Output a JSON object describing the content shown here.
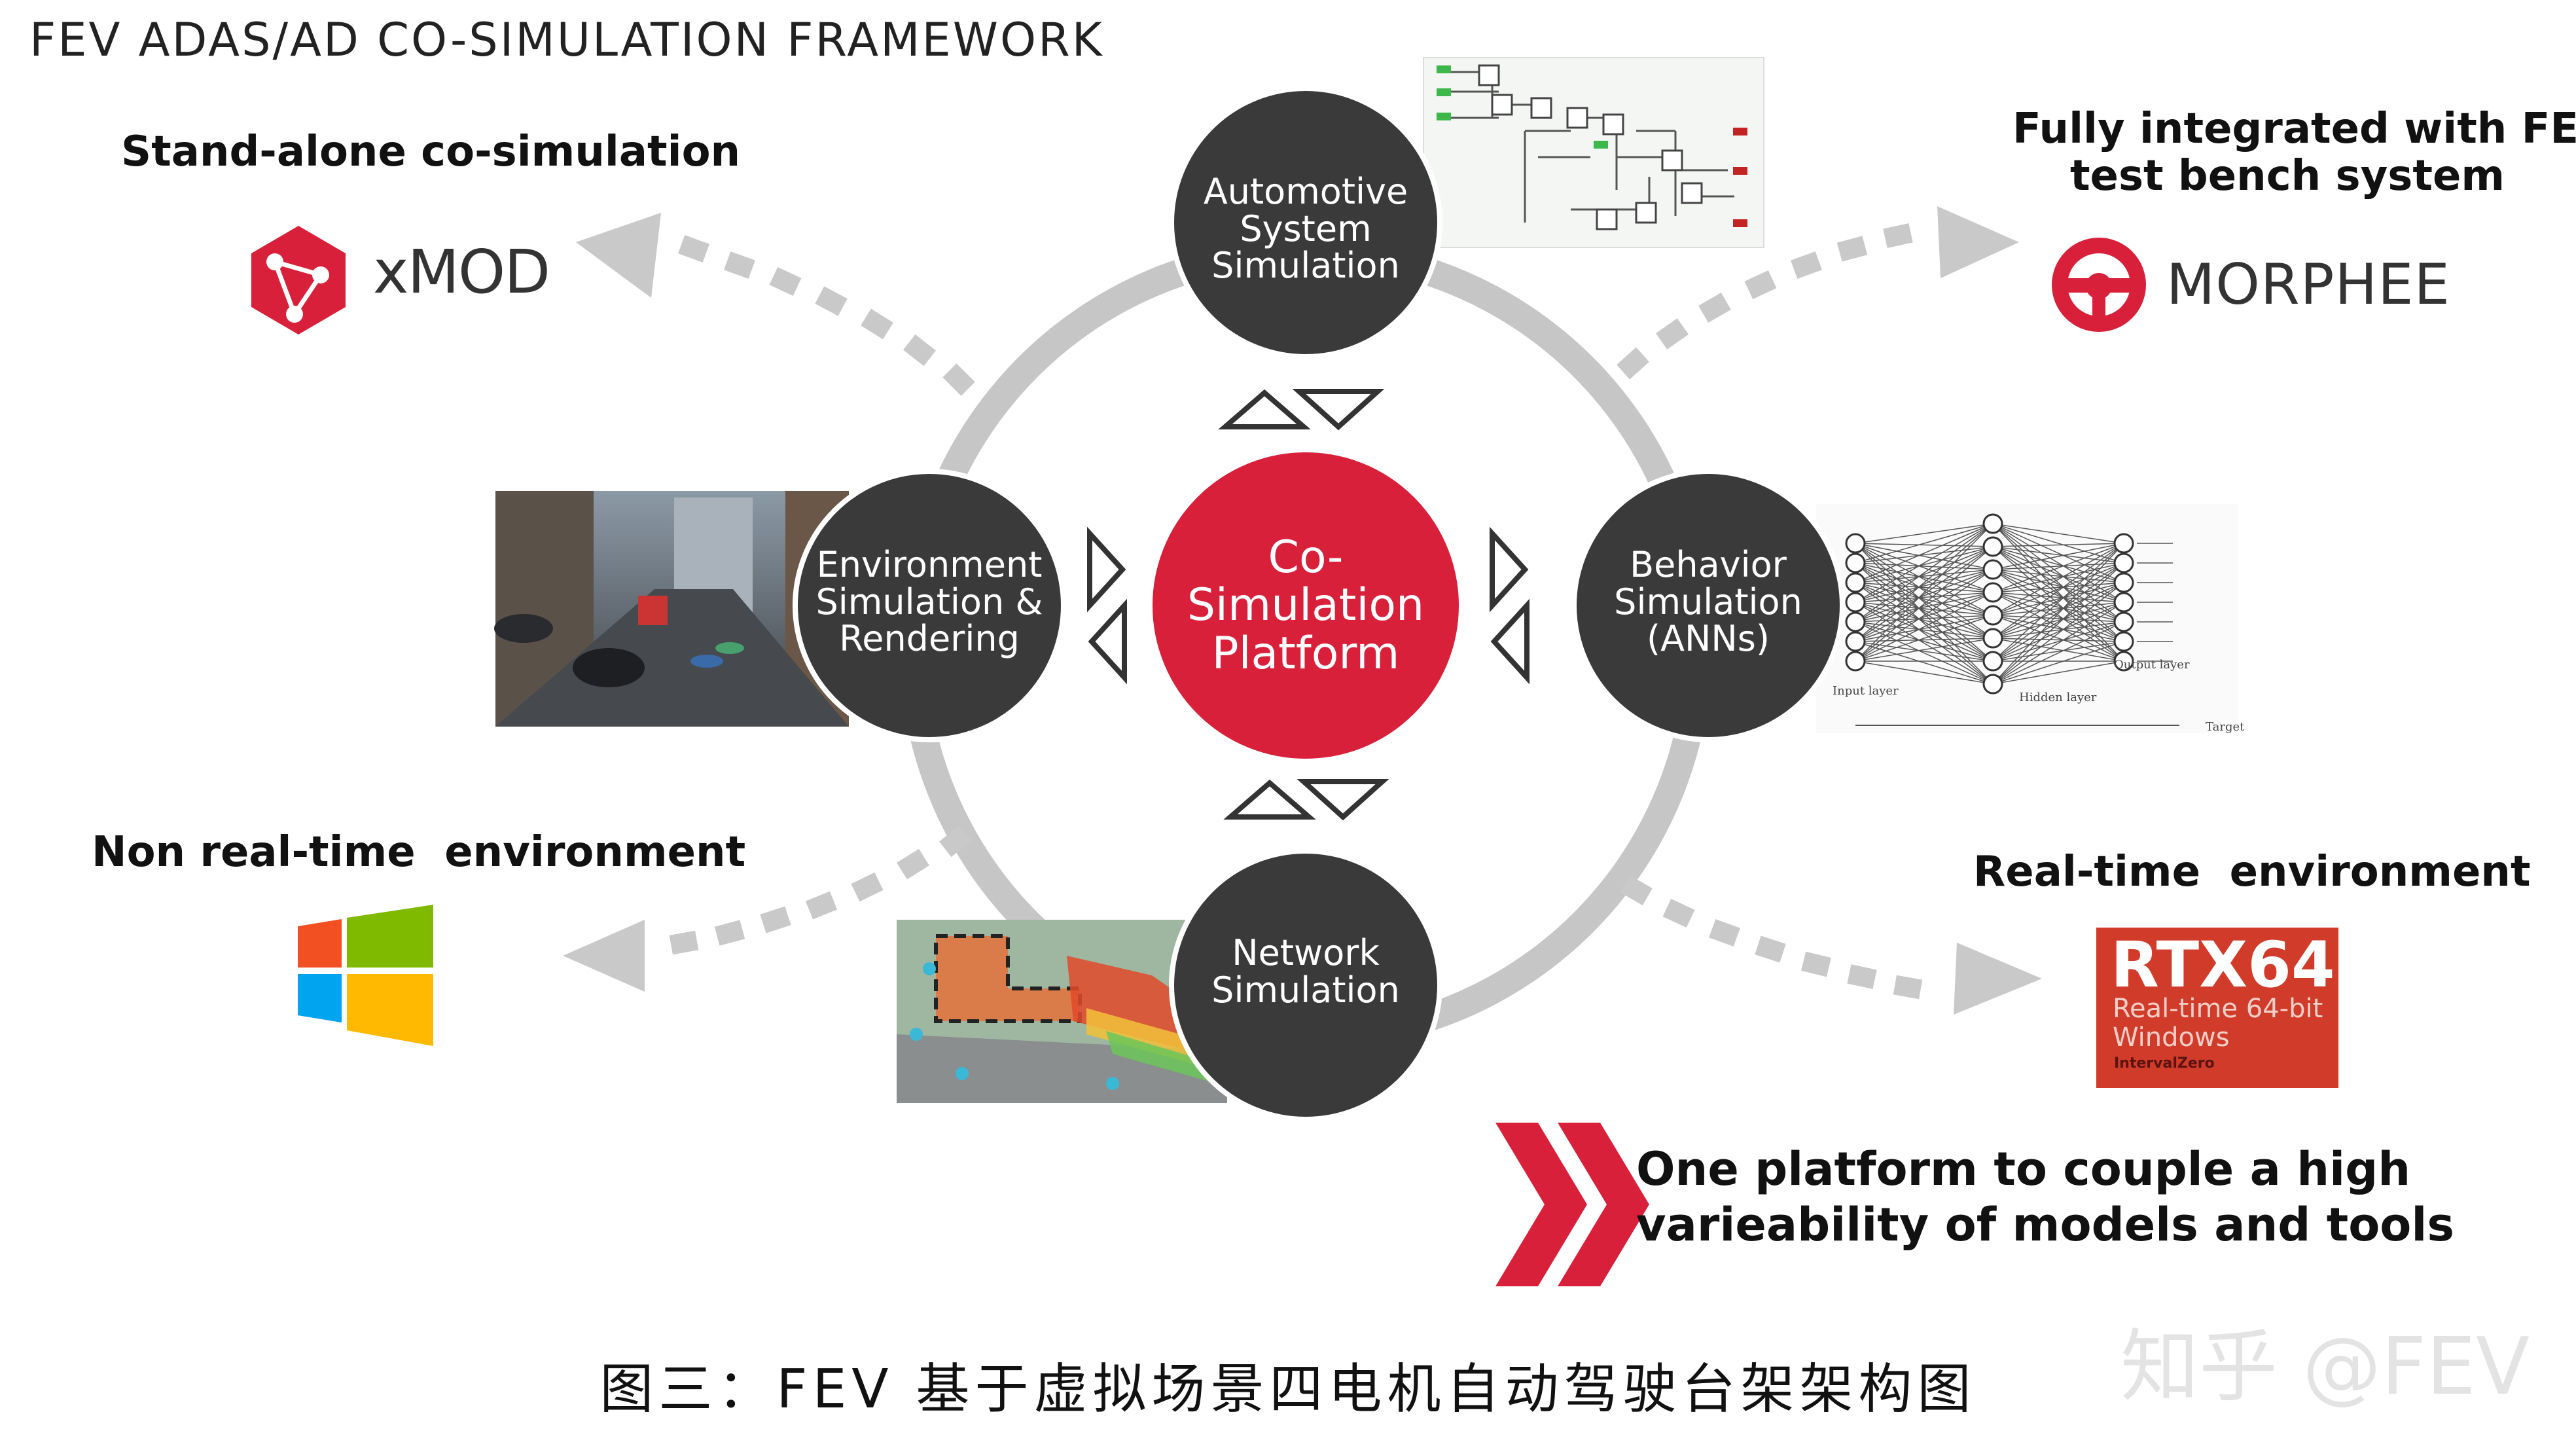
{
  "header": {
    "title": "FEV ADAS/AD CO-SIMULATION FRAMEWORK"
  },
  "corners": {
    "top_left": {
      "heading": "Stand-alone co-simulation",
      "logo_text": "xMOD"
    },
    "top_right": {
      "heading_line1": "Fully integrated with FEV",
      "heading_line2": "test bench system",
      "logo_text": "MORPHEE"
    },
    "bottom_left": {
      "heading": "Non real-time  environment"
    },
    "bottom_right": {
      "heading": "Real-time  environment",
      "logo_main": "RTX64",
      "logo_sub1": "Real-time 64-bit",
      "logo_sub2": "Windows",
      "logo_brand": "IntervalZero"
    }
  },
  "nodes": {
    "center": "Co-\nSimulation\nPlatform",
    "top": "Automotive\nSystem\nSimulation",
    "left": "Environment\nSimulation &\nRendering",
    "right": "Behavior\nSimulation\n(ANNs)",
    "bottom": "Network\nSimulation"
  },
  "ann_labels": {
    "input_layer": "Input layer",
    "hidden_layer": "Hidden layer",
    "output_layer": "Output layer",
    "target": "Target"
  },
  "tagline": {
    "line1": "One platform to couple a high",
    "line2": "varieability of models and tools"
  },
  "caption": "图三：FEV 基于虚拟场景四电机自动驾驶台架架构图",
  "watermark": "知乎 @FEV",
  "colors": {
    "accent_red": "#d8203a",
    "node_dark": "#3a3a3a",
    "ring_gray": "#c6c6c6",
    "arrow_gray": "#c9c9c9"
  }
}
